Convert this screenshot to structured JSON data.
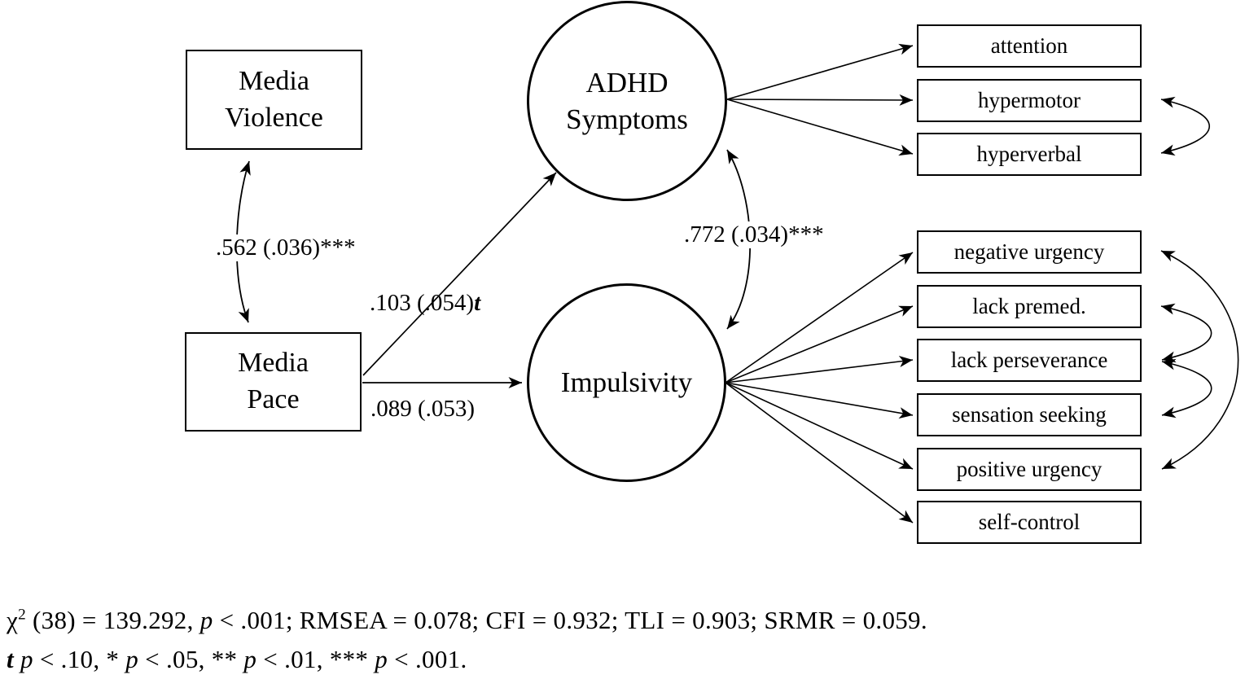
{
  "figure": {
    "nodes": {
      "media_violence": "Media\nViolence",
      "media_pace": "Media\nPace",
      "adhd": "ADHD\nSymptoms",
      "impulsivity": "Impulsivity"
    },
    "indicators": {
      "adhd": [
        "attention",
        "hypermotor",
        "hyperverbal"
      ],
      "impulsivity": [
        "negative urgency",
        "lack premed.",
        "lack perseverance",
        "sensation seeking",
        "positive urgency",
        "self-control"
      ]
    },
    "path_labels": {
      "mv_mp_covariance": ".562 (.036)***",
      "mp_to_adhd_segments": [
        {
          "text": ".103 (.054)",
          "style": "normal"
        },
        {
          "text": "t",
          "style": "bold-italic"
        }
      ],
      "mp_to_impulsivity": ".089 (.053)",
      "adhd_impulsivity_covariance": ".772 (.034)***"
    },
    "colors": {
      "ink": "#000000",
      "background": "#ffffff"
    }
  },
  "footer": {
    "fit_line_segments": [
      {
        "text": "χ",
        "style": "normal"
      },
      {
        "text": "2",
        "style": "sup"
      },
      {
        "text": " (38) = 139.292, ",
        "style": "normal"
      },
      {
        "text": "p",
        "style": "italic"
      },
      {
        "text": " < .001; RMSEA = 0.078; CFI = 0.932; TLI = 0.903; SRMR = 0.059.",
        "style": "normal"
      }
    ],
    "legend_line_segments": [
      {
        "text": "t",
        "style": "bold-italic"
      },
      {
        "text": " ",
        "style": "normal"
      },
      {
        "text": "p",
        "style": "italic"
      },
      {
        "text": " < .10, * ",
        "style": "normal"
      },
      {
        "text": "p",
        "style": "italic"
      },
      {
        "text": " < .05, ** ",
        "style": "normal"
      },
      {
        "text": "p",
        "style": "italic"
      },
      {
        "text": " < .01, *** ",
        "style": "normal"
      },
      {
        "text": "p",
        "style": "italic"
      },
      {
        "text": " < .001.",
        "style": "normal"
      }
    ]
  }
}
